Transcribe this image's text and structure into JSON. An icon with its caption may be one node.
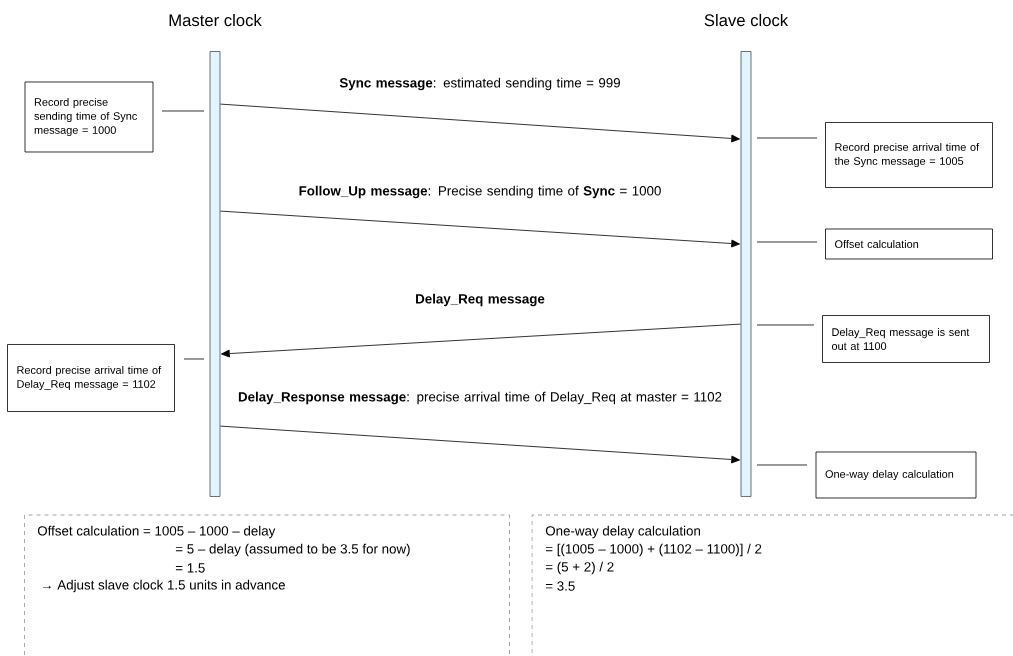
{
  "diagram": {
    "nodes": [
      {
        "text": [
          "Master clock"
        ]
      },
      {
        "text": [
          "Slave clock"
        ]
      },
      {
        "text": [
          "Record precise sending time of Sync message = 1000"
        ]
      },
      {
        "text": [
          "Record precise arrival time of the Sync message = 1005"
        ]
      },
      {
        "text": [
          "Offset calculation"
        ]
      },
      {
        "text": [
          "Delay_Req message is sent out at 1100"
        ]
      },
      {
        "text": [
          "Record precise arrival time of Delay_Req message = 1102"
        ]
      },
      {
        "text": [
          "One-way delay calculation"
        ]
      },
      {
        "text": [
          "Offset calculation = 1005 – 1000 – delay",
          "= 5 – delay (assumed to be 3.5 for now)",
          "= 1.5",
          "→ Adjust slave clock 1.5 units in advance"
        ]
      },
      {
        "text": [
          "One-way delay calculation",
          "= [(1005 – 1000) + (1102 – 1100)] / 2",
          "= (5 + 2) / 2",
          "= 3.5"
        ]
      }
    ],
    "edges": [
      {
        "from": 0,
        "to": 1,
        "arrow": "to",
        "label": "**Sync message**: estimated sending time = 999"
      },
      {
        "from": 0,
        "to": 1,
        "arrow": "to",
        "label": "**Follow_Up message**: Precise sending time of **Sync** = 1000"
      },
      {
        "from": 1,
        "to": 0,
        "arrow": "to",
        "label": "Delay_Req message"
      },
      {
        "from": 0,
        "to": 1,
        "arrow": "to",
        "label": "**Delay_Response message**: precise arrival time of Delay_Req at master = 1102"
      },
      {
        "from": 2,
        "to": 0,
        "arrow": "none"
      },
      {
        "from": 3,
        "to": 1,
        "arrow": "none"
      },
      {
        "from": 4,
        "to": 1,
        "arrow": "none"
      },
      {
        "from": 5,
        "to": 1,
        "arrow": "none"
      },
      {
        "from": 6,
        "to": 0,
        "arrow": "none"
      },
      {
        "from": 7,
        "to": 1,
        "arrow": "none"
      }
    ]
  }
}
